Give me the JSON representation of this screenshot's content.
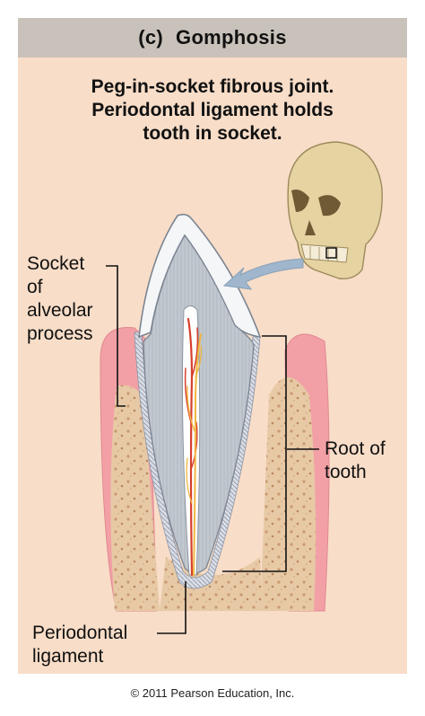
{
  "header": {
    "panel_label": "(c)",
    "title": "Gomphosis"
  },
  "description": [
    "Peg-in-socket fibrous joint.",
    "Periodontal ligament holds",
    "tooth in socket."
  ],
  "labels": {
    "socket": [
      "Socket",
      "of",
      "alveolar",
      "process"
    ],
    "root": [
      "Root of",
      "tooth"
    ],
    "ligament": [
      "Periodontal",
      "ligament"
    ]
  },
  "copyright": "© 2011 Pearson Education, Inc.",
  "colors": {
    "panel_bg": "#f8ddc8",
    "header_bg": "#c9c2ba",
    "gum": "#f2a0a6",
    "bone": "#e7c9a6",
    "dentin": "#bfc5cc",
    "enamel": "#f4f6f8",
    "pulp": "#ffffff",
    "nerve_red": "#d6402c",
    "nerve_yellow": "#f0b640",
    "ligament": "#aeb4c2",
    "skull": "#e6d3a2",
    "arrow": "#9fb6cc"
  },
  "icons": [
    "skull-icon",
    "arrow-icon"
  ]
}
